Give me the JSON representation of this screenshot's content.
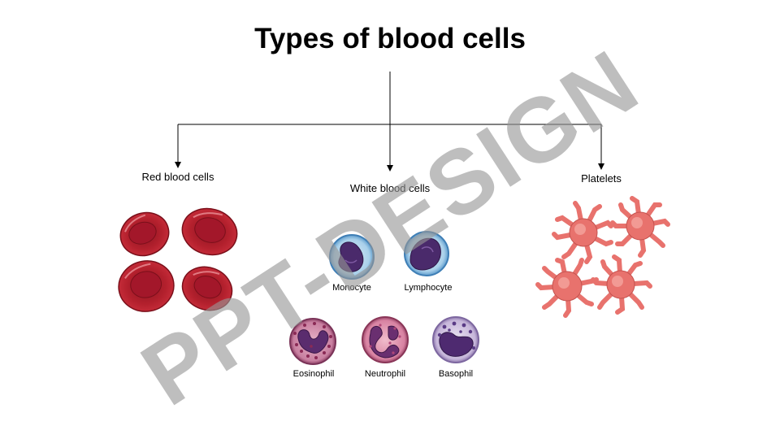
{
  "title": "Types of blood cells",
  "categories": [
    {
      "label": "Red blood cells"
    },
    {
      "label": "White blood cells"
    },
    {
      "label": "Platelets"
    }
  ],
  "white_cells": [
    {
      "label": "Monocyte"
    },
    {
      "label": "Lymphocyte"
    },
    {
      "label": "Eosinophil"
    },
    {
      "label": "Neutrophil"
    },
    {
      "label": "Basophil"
    }
  ],
  "watermark": "PPT-DESIGN",
  "colors": {
    "red_cell": "#b3202d",
    "red_cell_dark": "#7a0f1a",
    "platelet": "#e8726d",
    "monocyte_membrane": "#6ea9d6",
    "nucleus": "#4a2a6b",
    "eosinophil": "#b9648a",
    "neutrophil": "#c96a8a",
    "basophil": "#b9a6cf",
    "watermark": "#969696"
  }
}
